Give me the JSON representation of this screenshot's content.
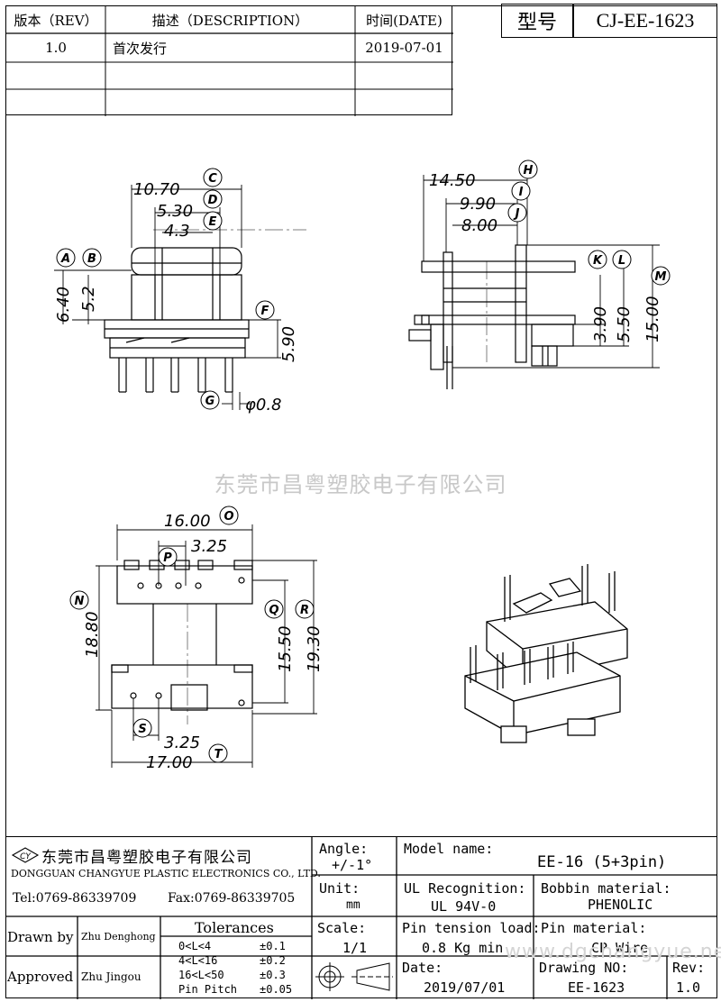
{
  "revision_table": {
    "headers": {
      "rev": "版本（REV）",
      "description": "描述（DESCRIPTION）",
      "date": "时间(DATE)"
    },
    "rows": [
      {
        "rev": "1.0",
        "description": "首次发行",
        "date": "2019-07-01"
      },
      {
        "rev": "",
        "description": "",
        "date": ""
      },
      {
        "rev": "",
        "description": "",
        "date": ""
      }
    ]
  },
  "model_box": {
    "label": "型号",
    "value": "CJ-EE-1623"
  },
  "watermark": "东莞市昌粤塑胶电子有限公司",
  "watermark_url": "www.dgchangyue.net",
  "dimensions": {
    "front": {
      "c": "10.70",
      "d": "5.30",
      "e": "4.3",
      "a": "6.40",
      "b": "5.2",
      "f": "5.90",
      "g": "φ0.8"
    },
    "side": {
      "h": "14.50",
      "i": "9.90",
      "j": "8.00",
      "k": "3.90",
      "l": "5.50",
      "m": "15.00"
    },
    "bottom": {
      "o": "16.00",
      "p": "3.25",
      "n": "18.80",
      "q": "15.50",
      "r": "19.30",
      "s": "3.25",
      "t": "17.00"
    }
  },
  "markers": {
    "a": "A",
    "b": "B",
    "c": "C",
    "d": "D",
    "e": "E",
    "f": "F",
    "g": "G",
    "h": "H",
    "i": "I",
    "j": "J",
    "k": "K",
    "l": "L",
    "m": "M",
    "n": "N",
    "o": "O",
    "p": "P",
    "q": "Q",
    "r": "R",
    "s": "S",
    "t": "T"
  },
  "title_block": {
    "company_cn": "东莞市昌粤塑胶电子有限公司",
    "company_en": "DONGGUAN CHANGYUE PLASTIC ELECTRONICS CO., LTD.",
    "tel": "Tel:0769-86339709",
    "fax": "Fax:0769-86339705",
    "logo": "CY",
    "angle_label": "Angle:",
    "angle_value": "+/-1°",
    "unit_label": "Unit:",
    "unit_value": "mm",
    "scale_label": "Scale:",
    "scale_value": "1/1",
    "model_name_label": "Model name:",
    "model_name_value": "EE-16 (5+3pin)",
    "ul_label": "UL Recognition:",
    "ul_value": "UL 94V-0",
    "bobbin_label": "Bobbin material:",
    "bobbin_value": "PHENOLIC",
    "pin_tension_label": "Pin tension load:",
    "pin_tension_value": "0.8 Kg min",
    "pin_material_label": "Pin material:",
    "pin_material_value": "CP Wire",
    "date_label": "Date:",
    "date_value": "2019/07/01",
    "drawing_no_label": "Drawing NO:",
    "drawing_no_value": "EE-1623",
    "rev_label": "Rev:",
    "rev_value": "1.0",
    "drawn_by_label": "Drawn by",
    "drawn_by_value": "Zhu Denghong",
    "approved_label": "Approved",
    "approved_value": "Zhu  Jingou",
    "tolerances_title": "Tolerances",
    "tolerances": [
      {
        "range": "0<L<4",
        "value": "±0.1"
      },
      {
        "range": "4<L<16",
        "value": "±0.2"
      },
      {
        "range": "16<L<50",
        "value": "±0.3"
      },
      {
        "range": "Pin Pitch",
        "value": "±0.05"
      }
    ]
  }
}
